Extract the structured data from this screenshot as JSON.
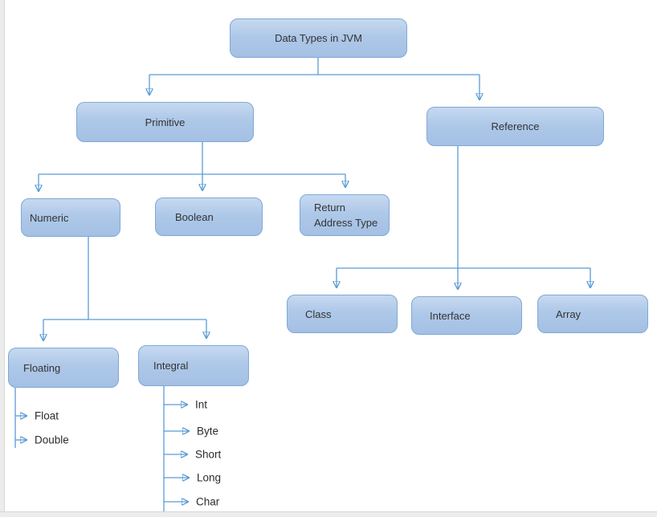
{
  "colors": {
    "box_fill_top": "#c7d9f0",
    "box_fill_bottom": "#a4c0e4",
    "box_border": "#7fa8d7",
    "connector": "#5b9bd5",
    "text": "#333333"
  },
  "nodes": {
    "root": {
      "label": "Data Types in JVM"
    },
    "primitive": {
      "label": "Primitive"
    },
    "reference": {
      "label": "Reference"
    },
    "numeric": {
      "label": "Numeric"
    },
    "boolean": {
      "label": "Boolean"
    },
    "return_address": {
      "label": "Return\nAddress Type"
    },
    "class": {
      "label": "Class"
    },
    "interface": {
      "label": "Interface"
    },
    "array": {
      "label": "Array"
    },
    "floating": {
      "label": "Floating"
    },
    "integral": {
      "label": "Integral"
    }
  },
  "leaves": {
    "float": {
      "label": "Float"
    },
    "double": {
      "label": "Double"
    },
    "int": {
      "label": "Int"
    },
    "byte": {
      "label": "Byte"
    },
    "short": {
      "label": "Short"
    },
    "long": {
      "label": "Long"
    },
    "char": {
      "label": "Char"
    }
  }
}
